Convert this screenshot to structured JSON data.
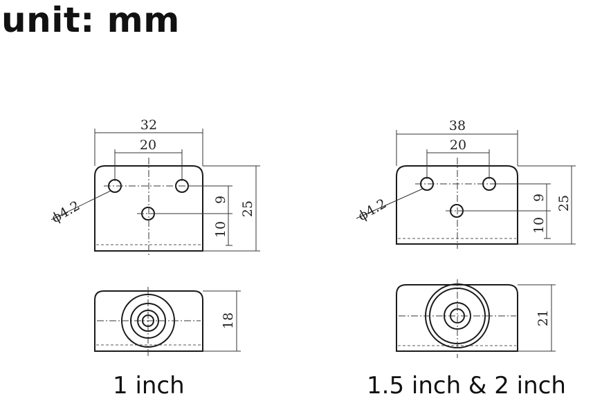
{
  "title": "unit: mm",
  "variants": [
    {
      "caption": "1 inch",
      "dims": {
        "width": "32",
        "hole_spacing": "20",
        "hole_dia": "ϕ4.2",
        "height": "25",
        "v_upper": "9",
        "v_lower": "10",
        "bottom_height": "18"
      }
    },
    {
      "caption": "1.5 inch & 2 inch",
      "dims": {
        "width": "38",
        "hole_spacing": "20",
        "hole_dia": "ϕ4.2",
        "height": "25",
        "v_upper": "9",
        "v_lower": "10",
        "bottom_height": "21"
      }
    }
  ]
}
